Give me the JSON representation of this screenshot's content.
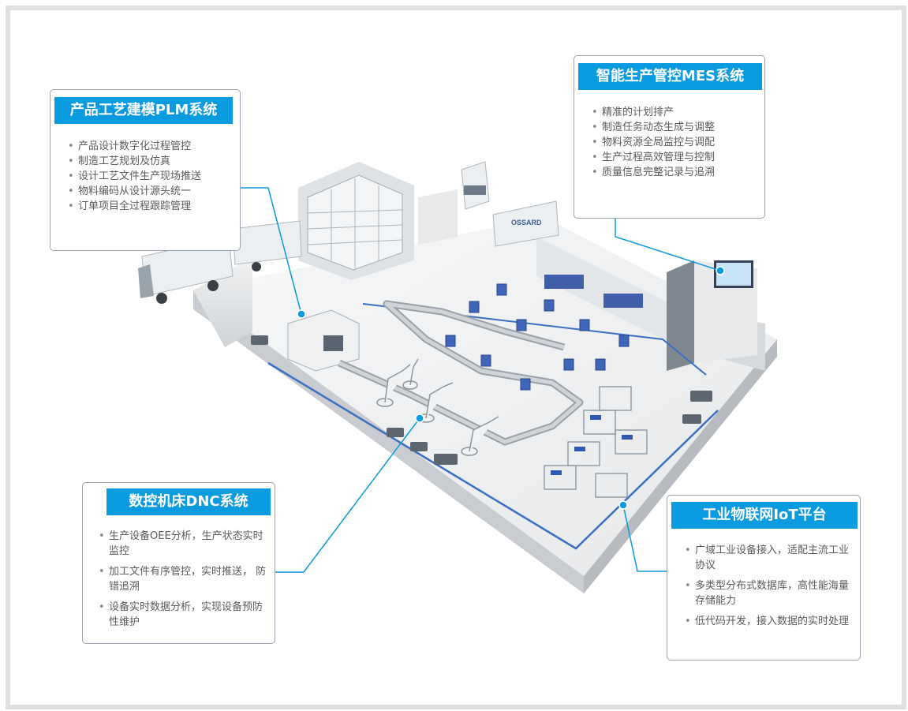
{
  "accent_color": "#0a9ae0",
  "panels": {
    "plm": {
      "title": "产品工艺建模PLM系统",
      "items": [
        "产品设计数字化过程管控",
        "制造工艺规划及仿真",
        "设计工艺文件生产现场推送",
        "物料编码从设计源头统一",
        "订单项目全过程跟踪管理"
      ]
    },
    "mes": {
      "title": "智能生产管控MES系统",
      "items": [
        "精准的计划排产",
        "制造任务动态生成与调整",
        "物料资源全局监控与调配",
        "生产过程高效管理与控制",
        "质量信息完整记录与追溯"
      ]
    },
    "dnc": {
      "title": "数控机床DNC系统",
      "items": [
        "生产设备OEE分析，生产状态实时监控",
        "加工文件有序管控，实时推送， 防错追溯",
        "设备实时数据分析，实现设备预防性维护"
      ]
    },
    "iot": {
      "title": "工业物联网IoT平台",
      "items": [
        "广域工业设备接入，适配主流工业协议",
        "多类型分布式数据库，高性能海量存储能力",
        "低代码开发，接入数据的实时处理"
      ]
    }
  },
  "scene": {
    "truck_label": "OSSARD"
  }
}
